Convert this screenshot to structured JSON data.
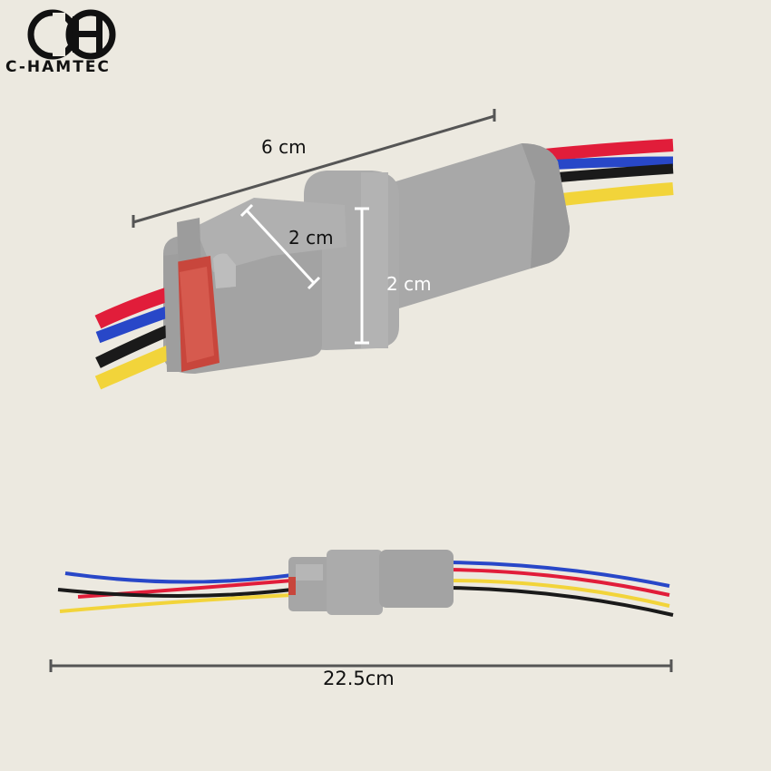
{
  "brand": {
    "name": "C-HAMTEC",
    "logo": "CH"
  },
  "dimensions": {
    "length": "6 cm",
    "width": "2 cm",
    "height": "2 cm",
    "total_length": "22.5cm"
  },
  "colors": {
    "background": "#ECE9E0",
    "connector_gray": "#A6A6A6",
    "wire_red": "#E11D3A",
    "wire_blue": "#2847C8",
    "wire_black": "#1A1A1A",
    "wire_yellow": "#F2D43A",
    "seal_red": "#C8463C",
    "measure_line": "#555555"
  },
  "icons": [
    "ch-logo-icon"
  ]
}
